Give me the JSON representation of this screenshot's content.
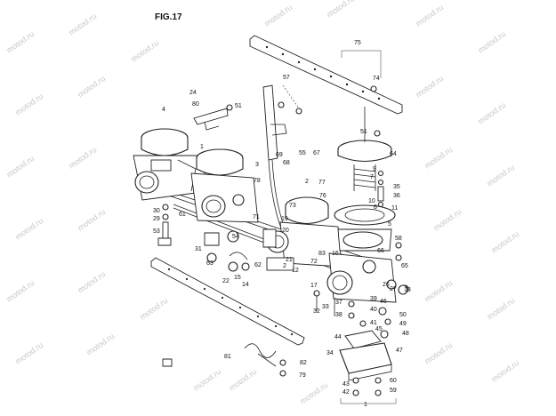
{
  "figure": {
    "title": "FIG.17",
    "watermark_text": "motod.ru"
  },
  "callouts": [
    "75",
    "74",
    "24",
    "80",
    "51",
    "57",
    "4",
    "55",
    "64",
    "51",
    "1",
    "3",
    "69",
    "68",
    "67",
    "9",
    "7",
    "35",
    "36",
    "77",
    "78",
    "10",
    "8",
    "11",
    "30",
    "2",
    "73",
    "76",
    "5",
    "29",
    "61",
    "19",
    "20",
    "21",
    "71",
    "53",
    "54",
    "58",
    "31",
    "62",
    "72",
    "83",
    "16",
    "66",
    "65",
    "63",
    "15",
    "22",
    "14",
    "12",
    "2",
    "17",
    "33",
    "32",
    "37",
    "39",
    "38",
    "40",
    "41",
    "45",
    "46",
    "26",
    "27",
    "13",
    "50",
    "49",
    "48",
    "44",
    "34",
    "47",
    "81",
    "82",
    "79",
    "43",
    "42",
    "60",
    "59",
    "1"
  ]
}
